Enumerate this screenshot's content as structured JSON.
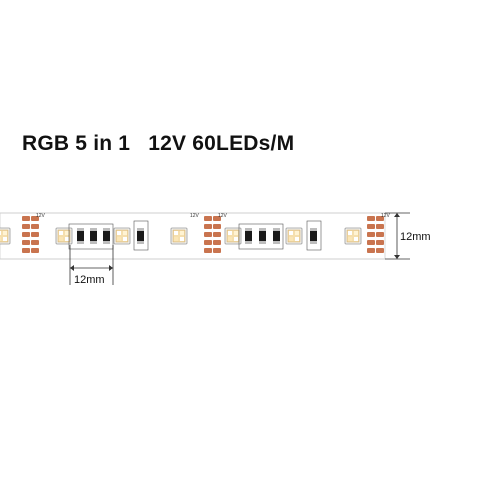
{
  "title": "RGB 5 in 1   12V 60LEDs/M",
  "strip": {
    "pad_label": "12V",
    "width_label": "12mm",
    "pitch_label": "12mm"
  },
  "colors": {
    "pcb": "#ffffff",
    "pad": "#c9744f",
    "led_warm": "#f5dfae",
    "led_cold": "#f2f2ef"
  }
}
